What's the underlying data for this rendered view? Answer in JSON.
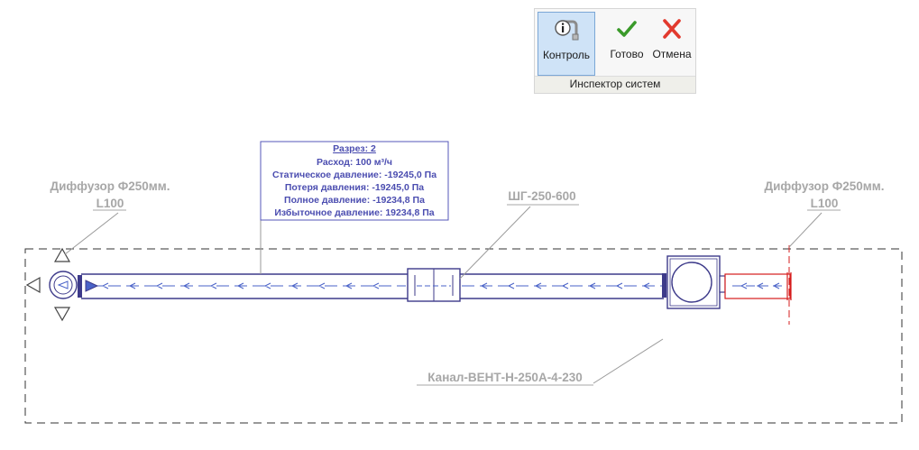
{
  "ribbon": {
    "buttons": [
      {
        "label": "Контроль",
        "icon": "system-inspector-icon",
        "active": true
      },
      {
        "label": "Готово",
        "icon": "checkmark-icon",
        "active": false
      },
      {
        "label": "Отмена",
        "icon": "cancel-x-icon",
        "active": false
      }
    ],
    "panel_title": "Инспектор систем"
  },
  "drawing": {
    "info_box": {
      "title": "Разрез: 2",
      "lines": [
        "Расход: 100 м³/ч",
        "Статическое давление: -19245,0 Па",
        "Потеря давления: -19245,0 Па",
        "Полное давление: -19234,8 Па",
        "Избыточное давление: 19234,8 Па"
      ]
    },
    "tags": {
      "left_diffuser": {
        "line1": "Диффузор Ф250мм.",
        "line2": "L100"
      },
      "right_diffuser": {
        "line1": "Диффузор Ф250мм.",
        "line2": "L100"
      },
      "damper": "ШГ-250-600",
      "channel": "Канал-ВЕНТ-Н-250А-4-230"
    },
    "colors": {
      "duct": "#3d3a8a",
      "flow": "#4a63c8",
      "selected": "#d61c1c",
      "tag": "#a7a7a7",
      "dashed_boundary": "#333333"
    }
  }
}
